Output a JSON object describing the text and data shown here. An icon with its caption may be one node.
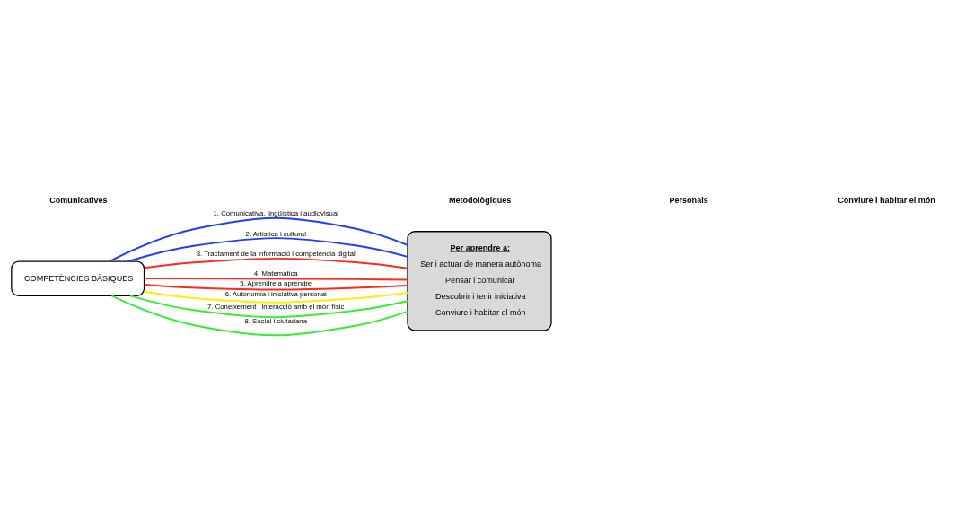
{
  "diagram": {
    "nodes": [
      {
        "text": [
          "COMPETÈNCIES BÀSIQUES"
        ]
      },
      {
        "text": [
          "Per aprendre a:",
          "Ser i actuar de manera autònoma",
          "Pensar i comunicar",
          "Descobrir i tenir iniciativa",
          "Conviure i habitar el món"
        ]
      }
    ],
    "edges": [
      {
        "from": 0,
        "to": 1,
        "arrow": "none",
        "label": "1. Comunicativa, lingüística i audiovisual",
        "color": "#1f3cff"
      },
      {
        "from": 0,
        "to": 1,
        "arrow": "none",
        "label": "2. Artística i cultural",
        "color": "#1f3cff"
      },
      {
        "from": 0,
        "to": 1,
        "arrow": "none",
        "label": "3. Tractament de la informació i competència digital",
        "color": "#ff2a1a"
      },
      {
        "from": 0,
        "to": 1,
        "arrow": "none",
        "label": "4. Matemàtica",
        "color": "#ff2a1a"
      },
      {
        "from": 0,
        "to": 1,
        "arrow": "none",
        "label": "5. Aprendre a aprendre",
        "color": "#ff2a1a"
      },
      {
        "from": 0,
        "to": 1,
        "arrow": "none",
        "label": "6. Autonomia i iniciativa personal",
        "color": "#ffee00"
      },
      {
        "from": 0,
        "to": 1,
        "arrow": "none",
        "label": "7. Coneixement i interacció amb el món físic",
        "color": "#33ee33"
      },
      {
        "from": 0,
        "to": 1,
        "arrow": "none",
        "label": "8. Social i ciutadana",
        "color": "#33ee33"
      }
    ],
    "labels": [
      "Comunicatives",
      "Metodològiques",
      "Personals",
      "Conviure i habitar el món"
    ]
  }
}
